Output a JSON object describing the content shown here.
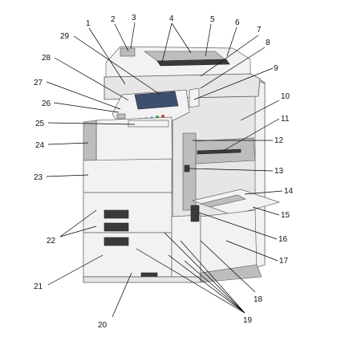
{
  "callouts": {
    "n1": "1",
    "n2": "2",
    "n3": "3",
    "n4": "4",
    "n5": "5",
    "n6": "6",
    "n7": "7",
    "n8": "8",
    "n9": "9",
    "n10": "10",
    "n11": "11",
    "n12": "12",
    "n13": "13",
    "n14": "14",
    "n15": "15",
    "n16": "16",
    "n17": "17",
    "n18": "18",
    "n19": "19",
    "n20": "20",
    "n21": "21",
    "n22": "22",
    "n23": "23",
    "n24": "24",
    "n25": "25",
    "n26": "26",
    "n27": "27",
    "n28": "28",
    "n29": "29"
  },
  "colors": {
    "panel_screen": "#3d4f6e",
    "key_green": "#2fa84f",
    "key_red": "#d23a3a",
    "key_blue": "#3a7bd5"
  }
}
